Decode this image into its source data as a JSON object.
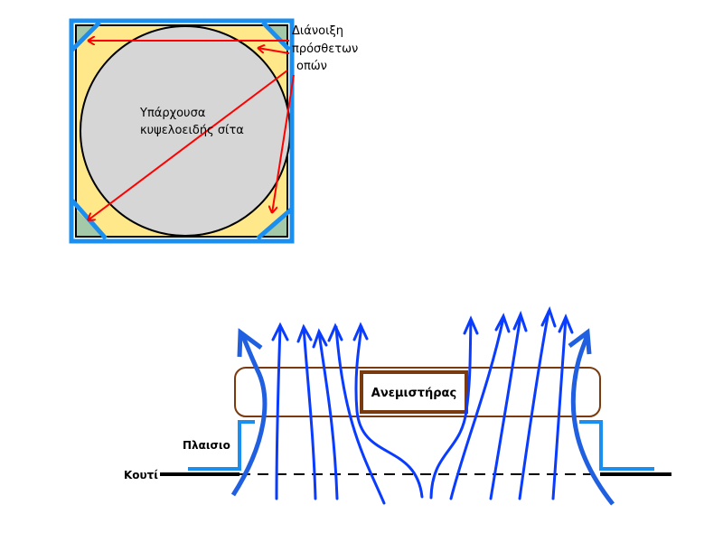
{
  "top_diagram": {
    "circle_label_line1": "Υπάρχουσα",
    "circle_label_line2": "κυψελοειδής σίτα",
    "annotation_line1": "Διάνοιξη",
    "annotation_line2": "πρόσθετων",
    "annotation_line3": "οπών",
    "colors": {
      "frame_blue": "#1a8ff0",
      "fill_yellow": "#ffe88a",
      "corner_green": "#a3c9a8",
      "circle_gray": "#d6d6d6",
      "arrow_red": "#ff0000"
    }
  },
  "bottom_diagram": {
    "fan_label": "Ανεμιστήρας",
    "frame_label": "Πλαισιο",
    "box_label": "Κουτί",
    "colors": {
      "fan_brown": "#7a3a10",
      "flow_blue": "#0a3cff",
      "edge_flow_blue": "#1f5fe0",
      "frame_blue": "#1a8ff0",
      "box_black": "#000000"
    }
  }
}
